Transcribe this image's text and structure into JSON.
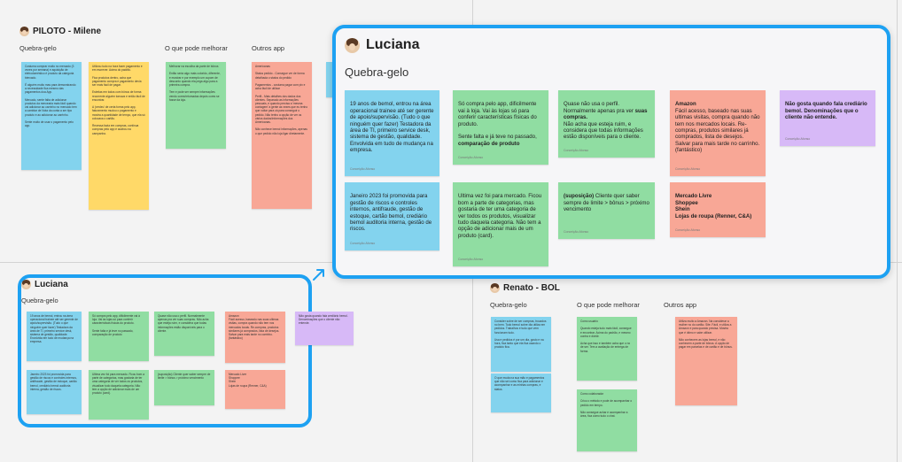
{
  "boards": {
    "milene": {
      "title": "PILOTO - Milene",
      "columns": [
        "Quebra-gelo",
        "O que pode melhorar",
        "Outros app"
      ],
      "notes": [
        "Costuma comprar muito no mercado (3 vezes por semana) e aquisição de eletrodoméstico é produto da categoria biercado.\n\nÉ alguém muito mas para demonstrando a necessidade fica mesmo das pagamentos doa App.\n\nMercado, sente falta de adicionar produtos da mercearia mais fácil quando vai adicionar ao carrinho no mercado tem a cambiar de Nota da conta a ser tipo produto e ao adicionar ao carrinho.\n\nSente muito de usar o pagamento pelo app.",
        "Utilizou tudo na hora fazer pagamento e em escrever. Acima do padrão.\n\nFica produtos dentro, acha que pagamento compra e pagamento devia ser mais fácil de pagar.\n\nEstrelas em todos com bônus de forma recorrente alguém tomava e então fácil de encontrar.\n\nA 'perdeu' de certa forma pelo app, faturamento mudou o pagamento e mostra a quantidade de tempo, que ela só colocava o cartão.\n\nRecessa fazia em compras, continua compras pelo app e acabou na campanha.",
        "Melhorar na escolha da parte de bônus\n\nEntão seria algo mais colorido, diferente, e mostrar e por exemplo um cupom de desconto quando ela pega algo para a primeira compra.\n\nTem e pode ser sempre informações vendo cores/retomadas depois cores se fosse da loja.",
        "Americanas\n\nStatus pedido - Consegue ver de forma detalhada o status do pedido\n\nPagamentos - costuma pagar com pix e acha fácil de utilizar\n\nPerfil - Mais detalhes dos dados dos clientes. Separado as informações pessoais, e quando precisa a 'mesma contagem' a gente as vezes que eu tenho que voltar para cá para conseguir o pedido. Não tenho a opção de ver os vários dados/informações dos Americanas.\n\nNão conhece bemol informações, apenas o que pedido não loja ligar diretamente."
      ]
    },
    "luciana_small": {
      "title": "Luciana",
      "column": "Quebra-gelo"
    },
    "renato": {
      "title": "Renato - BOL",
      "columns": [
        "Quebra-gelo",
        "O que pode melhorar",
        "Outros app"
      ],
      "notes": [
        "Consider sobre de ser compras, trocados no bem. Todo bemol sobre dia utiliza em pedidos. Trabalhos e tudo que vem funcionam tudo.\n\nUsa e pedidos é por um dia, gosto e na hora, fica tanto que ela fica usando o produto fica.",
        "O que muda na sua mão e pagamentos que não sei como fica para adicionar e acompanhar e as minhas compras, e status.",
        "Como usuário\n\nQuando esteja tudo mais fácil, consegue e encontrar. Acima do padrão, e mesmo contra e dividir.\n\nAcha que isso e também acha que o no de ser. Tem a avaliação de entrega de forma.",
        "Como colaborador\n\nCriou o método e pode de acompanhar o pedido em tempo.\n\nNão consegue achar e acompanhar a área, fica como tudo o chat.",
        "Utiliza muito a Amazon. Na considerar a mulher no do cartão. Site. Fácil, e utiliza a Amazon e para quando precisa. Mostra que é ótimo e sabe utilizar.\n\nNão conhecem as lojas bemol, e não conhecem a parte de bônus. A opção de pagar em parcelas e de cartão e de bônus."
      ]
    }
  },
  "zoom": {
    "title": "Luciana",
    "column": "Quebra-gelo",
    "notes": [
      {
        "id": "n1",
        "text": "19 anos de bemol, entrou na área operacional trainee até ser gerente de apoio/supervisão. (Tudo o que ninguém quer fazer) Testadora da área de TI, primeiro service desk, sistema de gestão, qualidade. Envolvida em tudo de mudança na empresa.",
        "author": "Conceição Afonso"
      },
      {
        "id": "n2",
        "text": "Janeiro 2023 foi promovida para gestão de riscos e controles internos, antifraude, gestão de estoque, cartão bemol, crediário bemol auditoria interna, gestão de riscos.",
        "author": "Conceição Afonso"
      },
      {
        "id": "n3",
        "pre": "Só compra pelo app, dificilmente vai à loja. Vai às lojas só para conferir características físicas do produto.\n\nSente falta e já teve no passado, ",
        "bold": "comparação de produto",
        "post": "",
        "author": "Conceição Afonso"
      },
      {
        "id": "n4",
        "text": "Ultima vez foi para mercado. Ficou bom a parte de categorias, mas gostaria de ter uma categoria de ver todos os produtos, visualizar tudo daquela categoria. Não tem a opção de adicionar mais de um produto (card).",
        "author": "Conceição Afonso"
      },
      {
        "id": "n5",
        "pre": "Quase não usa o perfil. Normalmente apenas pra ver ",
        "bold": "suas compras.",
        "post": "\nNão acha que esteja ruim, e considera que todas informações estão disponíveis para o cliente.",
        "author": "Conceição Afonso"
      },
      {
        "id": "n6",
        "pre": "",
        "bold": "(suposição)",
        "post": " Cliente quer saber sempre de limite > bônus > próximo vencimento",
        "author": "Conceição Afonso"
      },
      {
        "id": "n7",
        "title": "Amazon",
        "text": "Fácil acesso, baseado nas suas ultimas visitas, compra quando não tem nos mercados locais. Re-compras, produtos similares já comprados, lista de desejos. Salvar para mais tarde no carrinho. (fantástico)",
        "author": "Conceição Afonso"
      },
      {
        "id": "n8",
        "title": "Mercado Livre\nShoppee\nShein\nLojas de roupa (Renner, C&A)",
        "author": "Conceição Afonso"
      },
      {
        "id": "n9",
        "title": "Não gosta quando fala crediário bemol. Denominações que o cliente não entende.",
        "author": "Conceição Afonso"
      }
    ]
  },
  "small_luciana_notes": [
    "19 anos de bemol, entrou na área operacional trainee até ser gerente de apoio/supervisão. (Tudo o que ninguém quer fazer) Testadora da área de TI, primeiro service desk, sistema de gestão, qualidade. Envolvida em tudo de mudança na empresa.",
    "Janeiro 2023 foi promovida para gestão de riscos e controles internos, antifraude, gestão de estoque, cartão bemol, crediário bemol auditoria interna, gestão de riscos.",
    "Só compra pelo app, dificilmente vai à loja. Vai às lojas só para conferir características físicas do produto.\n\nSente falta e já teve no passado, comparação de produto",
    "Ultima vez foi para mercado. Ficou bom a parte de categorias, mas gostaria de ter uma categoria de ver todos os produtos, visualizar tudo daquela categoria. Não tem a opção de adicionar mais de um produto (card).",
    "Quase não usa o perfil. Normalmente apenas pra ver suas compras. Não acha que esteja ruim, e considera que todas informações estão disponíveis para o cliente.",
    "(suposição) Cliente quer saber sempre de limite > bônus > próximo vencimento",
    "Amazon\nFácil acesso, baseado nas suas ultimas visitas, compra quando não tem nos mercados locais. Re-compras, produtos similares já comprados, lista de desejos. Salvar para mais tarde no carrinho. (fantástico)",
    "Mercado Livre\nShoppee\nShein\nLojas de roupa (Renner, C&A)",
    "Não gosta quando fala crediário bemol. Denominações que o cliente não entende."
  ],
  "colors": {
    "frame": "#1da1f2",
    "blue": "#83d3ee",
    "yellow": "#ffd968",
    "green": "#90dda2",
    "salmon": "#f8a796",
    "purple": "#d7b9f7"
  }
}
